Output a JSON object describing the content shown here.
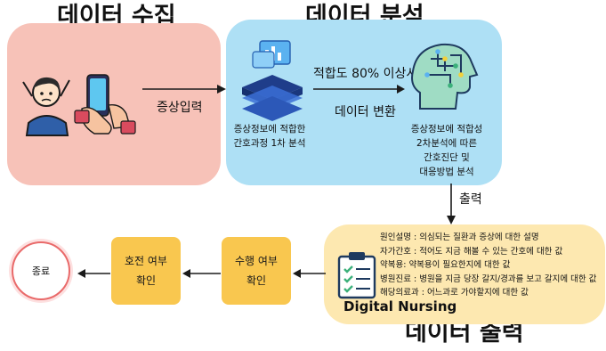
{
  "collect": {
    "title": "데이터 수집",
    "arrow_label": "증상입력"
  },
  "analysis": {
    "title": "데이터 분석",
    "threshold_label": "적합도 80% 이상시",
    "transform_label": "데이터 변환",
    "left_caption": [
      "증상정보에 적합한",
      "간호과정 1차 분석"
    ],
    "right_caption": [
      "증상정보에 적합성",
      "2차분석에 따른",
      "간호진단 및",
      "대응방법 분석"
    ]
  },
  "output": {
    "title": "데이터 출력",
    "arrow_label": "출력",
    "product_label": "Digital Nursing",
    "lines": [
      "원인설명 : 의심되는 질환과 증상에 대한 설명",
      "자가간호 : 적어도 지금 해볼 수 있는 간호에 대한 값",
      "약복용: 약복용이 필요한지에 대한 값",
      "병원진료 : 병원을 지금 당장 갈지/경과를 보고 갈지에 대한 값",
      "해당의료과 : 어느과로 가야할지에 대한 값"
    ]
  },
  "steps": {
    "perform_check": [
      "수행 여부",
      "확인"
    ],
    "improve_check": [
      "호전 여부",
      "확인"
    ],
    "end": "종료"
  },
  "colors": {
    "collect_panel": "#f7c2b8",
    "analysis_panel": "#aee0f5",
    "output_panel": "#fde8b0",
    "step_box": "#f9c74f",
    "end_ring": "#e96a6a"
  }
}
